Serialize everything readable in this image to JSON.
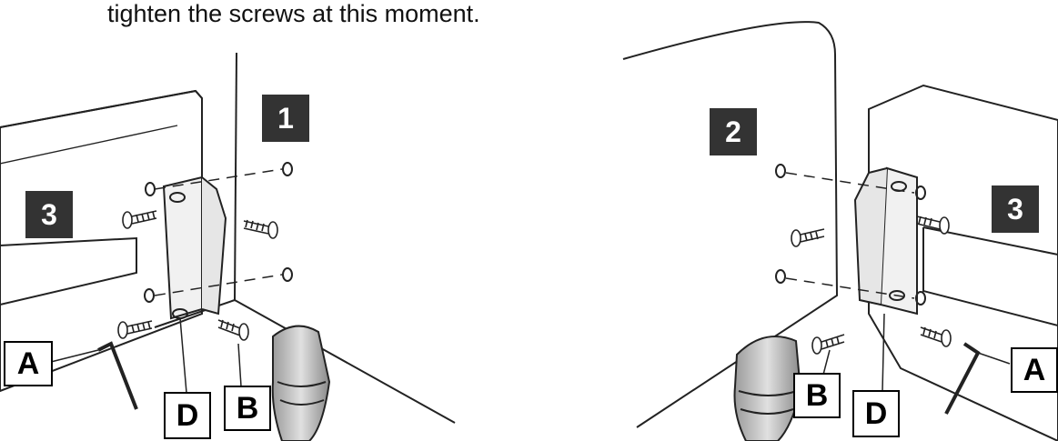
{
  "caption": {
    "text": "tighten the screws at this moment."
  },
  "left_panel": {
    "panel_labels": [
      "1",
      "3"
    ],
    "callouts": {
      "a": "A",
      "b": "B",
      "d": "D"
    }
  },
  "right_panel": {
    "panel_labels": [
      "2",
      "3"
    ],
    "callouts": {
      "a": "A",
      "b": "B",
      "d": "D"
    }
  },
  "colors": {
    "label_box": "#333333",
    "leg_fill": "#bdbdbd",
    "line": "#222222"
  }
}
